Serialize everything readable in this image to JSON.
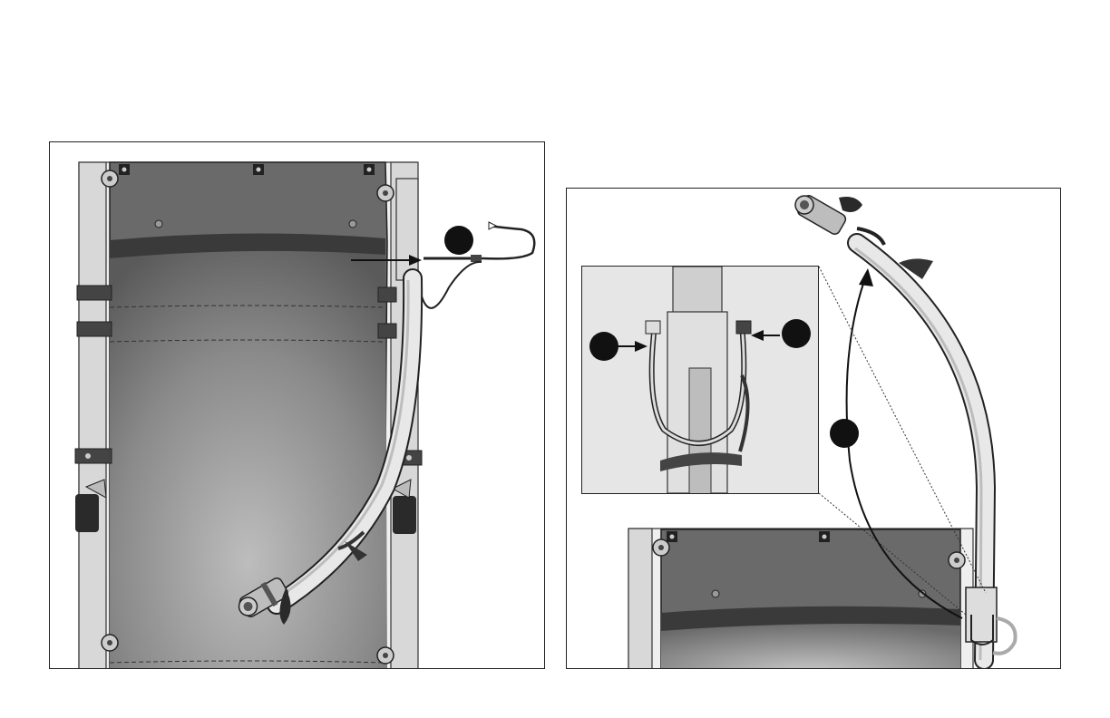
{
  "figure": {
    "left_panel": {
      "callouts": [
        {
          "id": "callout-a",
          "label": ""
        }
      ]
    },
    "right_panel": {
      "callouts": [
        {
          "id": "callout-b",
          "label": ""
        },
        {
          "id": "callout-c-left",
          "label": ""
        },
        {
          "id": "callout-c-right",
          "label": ""
        }
      ]
    },
    "colors": {
      "frame_gray": "#d4d4d4",
      "fabric_dark": "#5e5e5e",
      "fabric_mid": "#8c8c8c",
      "band_dark": "#3a3a3a",
      "callout_fill": "#111111"
    },
    "icon_names": [
      "pin-icon",
      "clip-icon",
      "handlebar-icon",
      "frame-icon",
      "arrow-icon",
      "callout-icon"
    ]
  }
}
